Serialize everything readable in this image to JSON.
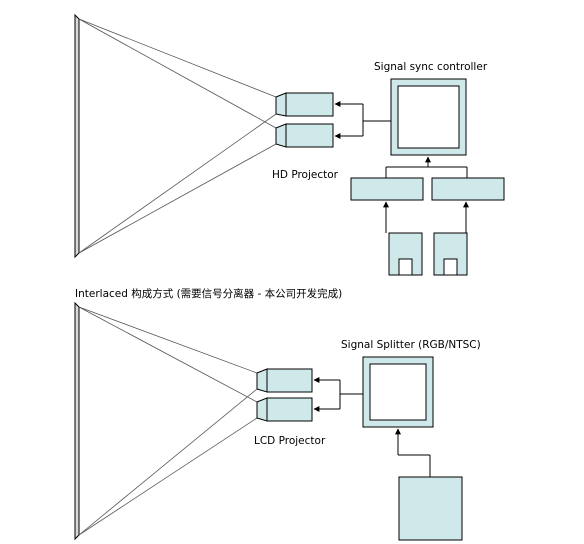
{
  "top": {
    "controller_label": "Signal sync controller",
    "projector_label": "HD Projector",
    "caption": "Interlaced 构成方式 (需要信号分离器  -  本公司开发完成)"
  },
  "bottom": {
    "splitter_label": "Signal Splitter (RGB/NTSC)",
    "projector_label": "LCD Projector"
  },
  "colors": {
    "projector_fill": "#cfe9ea",
    "monitor_fill": "#cfe9ea",
    "screen_fill": "#ffffff",
    "line": "#000000"
  }
}
